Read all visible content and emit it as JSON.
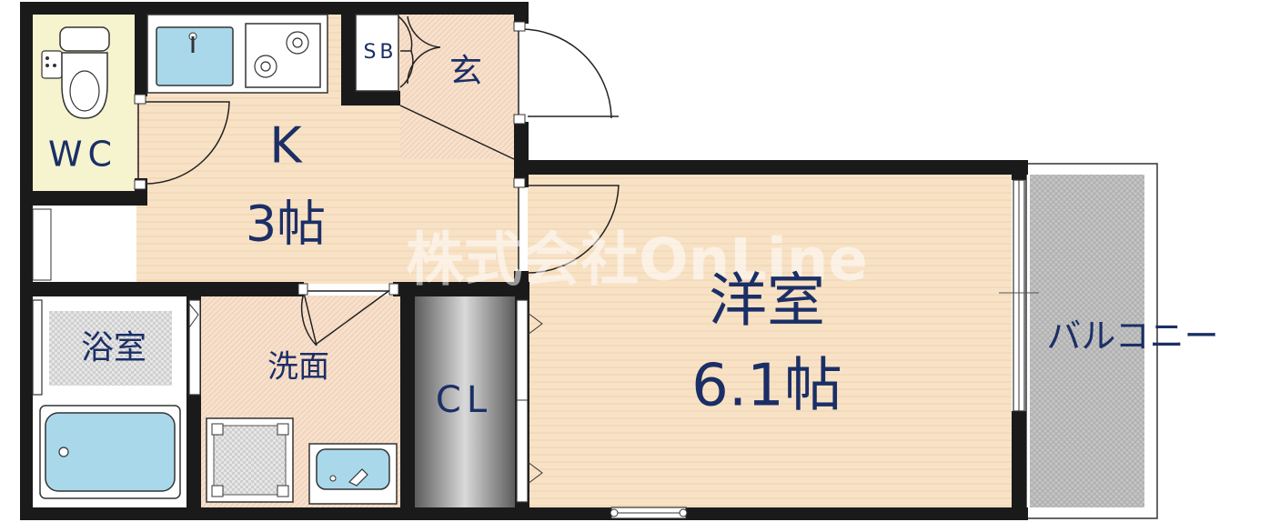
{
  "rooms": {
    "wc": "WC",
    "kitchen": "K",
    "kitchen_size": "3帖",
    "sb": "SB",
    "entrance": "玄",
    "bath": "浴室",
    "washroom": "洗面",
    "closet": "CL",
    "western": "洋室",
    "western_size": "6.1帖",
    "balcony": "バルコニー"
  },
  "watermark": "株式会社OnLine",
  "colors": {
    "label": "#1b2f66",
    "wall": "#1a1a1a",
    "floor_wood": "#f8e2c6",
    "floor_tile": "#f7e0cc",
    "wc_floor": "#f6f3cf",
    "closet": "#6f6f6f",
    "fixture": "#a9d8ea",
    "balcony": "#c4c4c4"
  }
}
